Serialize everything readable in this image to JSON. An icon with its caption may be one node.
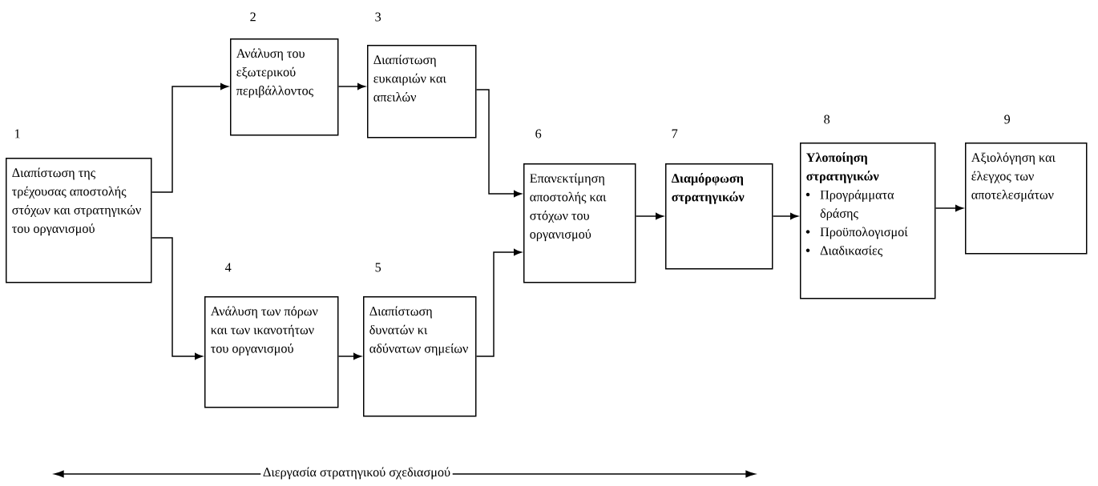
{
  "diagram": {
    "nodes": [
      {
        "text": [
          "Διαπίστωση της τρέχουσας αποστολής στόχων και στρατηγικών του οργανισμού"
        ],
        "beside": [
          "1"
        ]
      },
      {
        "text": [
          "Ανάλυση του εξωτερικού περιβάλλοντος"
        ],
        "beside": [
          "2"
        ]
      },
      {
        "text": [
          "Διαπίστωση ευκαιριών και απειλών"
        ],
        "beside": [
          "3"
        ]
      },
      {
        "text": [
          "Ανάλυση των πόρων και των ικανοτήτων του οργανισμού"
        ],
        "beside": [
          "4"
        ]
      },
      {
        "text": [
          "Διαπίστωση δυνατών κι αδύνατων σημείων"
        ],
        "beside": [
          "5"
        ]
      },
      {
        "text": [
          "Επανεκτίμηση αποστολής και στόχων του οργανισμού"
        ],
        "beside": [
          "6"
        ]
      },
      {
        "text": [
          "Διαμόρφωση στρατηγικών"
        ],
        "beside": [
          "7"
        ]
      },
      {
        "text": [
          "Υλοποίηση στρατηγικών",
          "Προγράμματα δράσης",
          "Προϋπολογισμοί",
          "Διαδικασίες"
        ],
        "beside": [
          "8"
        ]
      },
      {
        "text": [
          "Αξιολόγηση και έλεγχος των αποτελεσμάτων"
        ],
        "beside": [
          "9"
        ]
      }
    ],
    "edges": [
      {
        "from": 0,
        "to": 1,
        "arrow": "to"
      },
      {
        "from": 0,
        "to": 3,
        "arrow": "to"
      },
      {
        "from": 1,
        "to": 2,
        "arrow": "to"
      },
      {
        "from": 2,
        "to": 5,
        "arrow": "to"
      },
      {
        "from": 3,
        "to": 4,
        "arrow": "to"
      },
      {
        "from": 4,
        "to": 5,
        "arrow": "to"
      },
      {
        "from": 5,
        "to": 6,
        "arrow": "to"
      },
      {
        "from": 6,
        "to": 7,
        "arrow": "to"
      },
      {
        "from": 7,
        "to": 8,
        "arrow": "to"
      }
    ],
    "labels": [
      "Διεργασία στρατηγικού σχεδιασμού"
    ]
  }
}
